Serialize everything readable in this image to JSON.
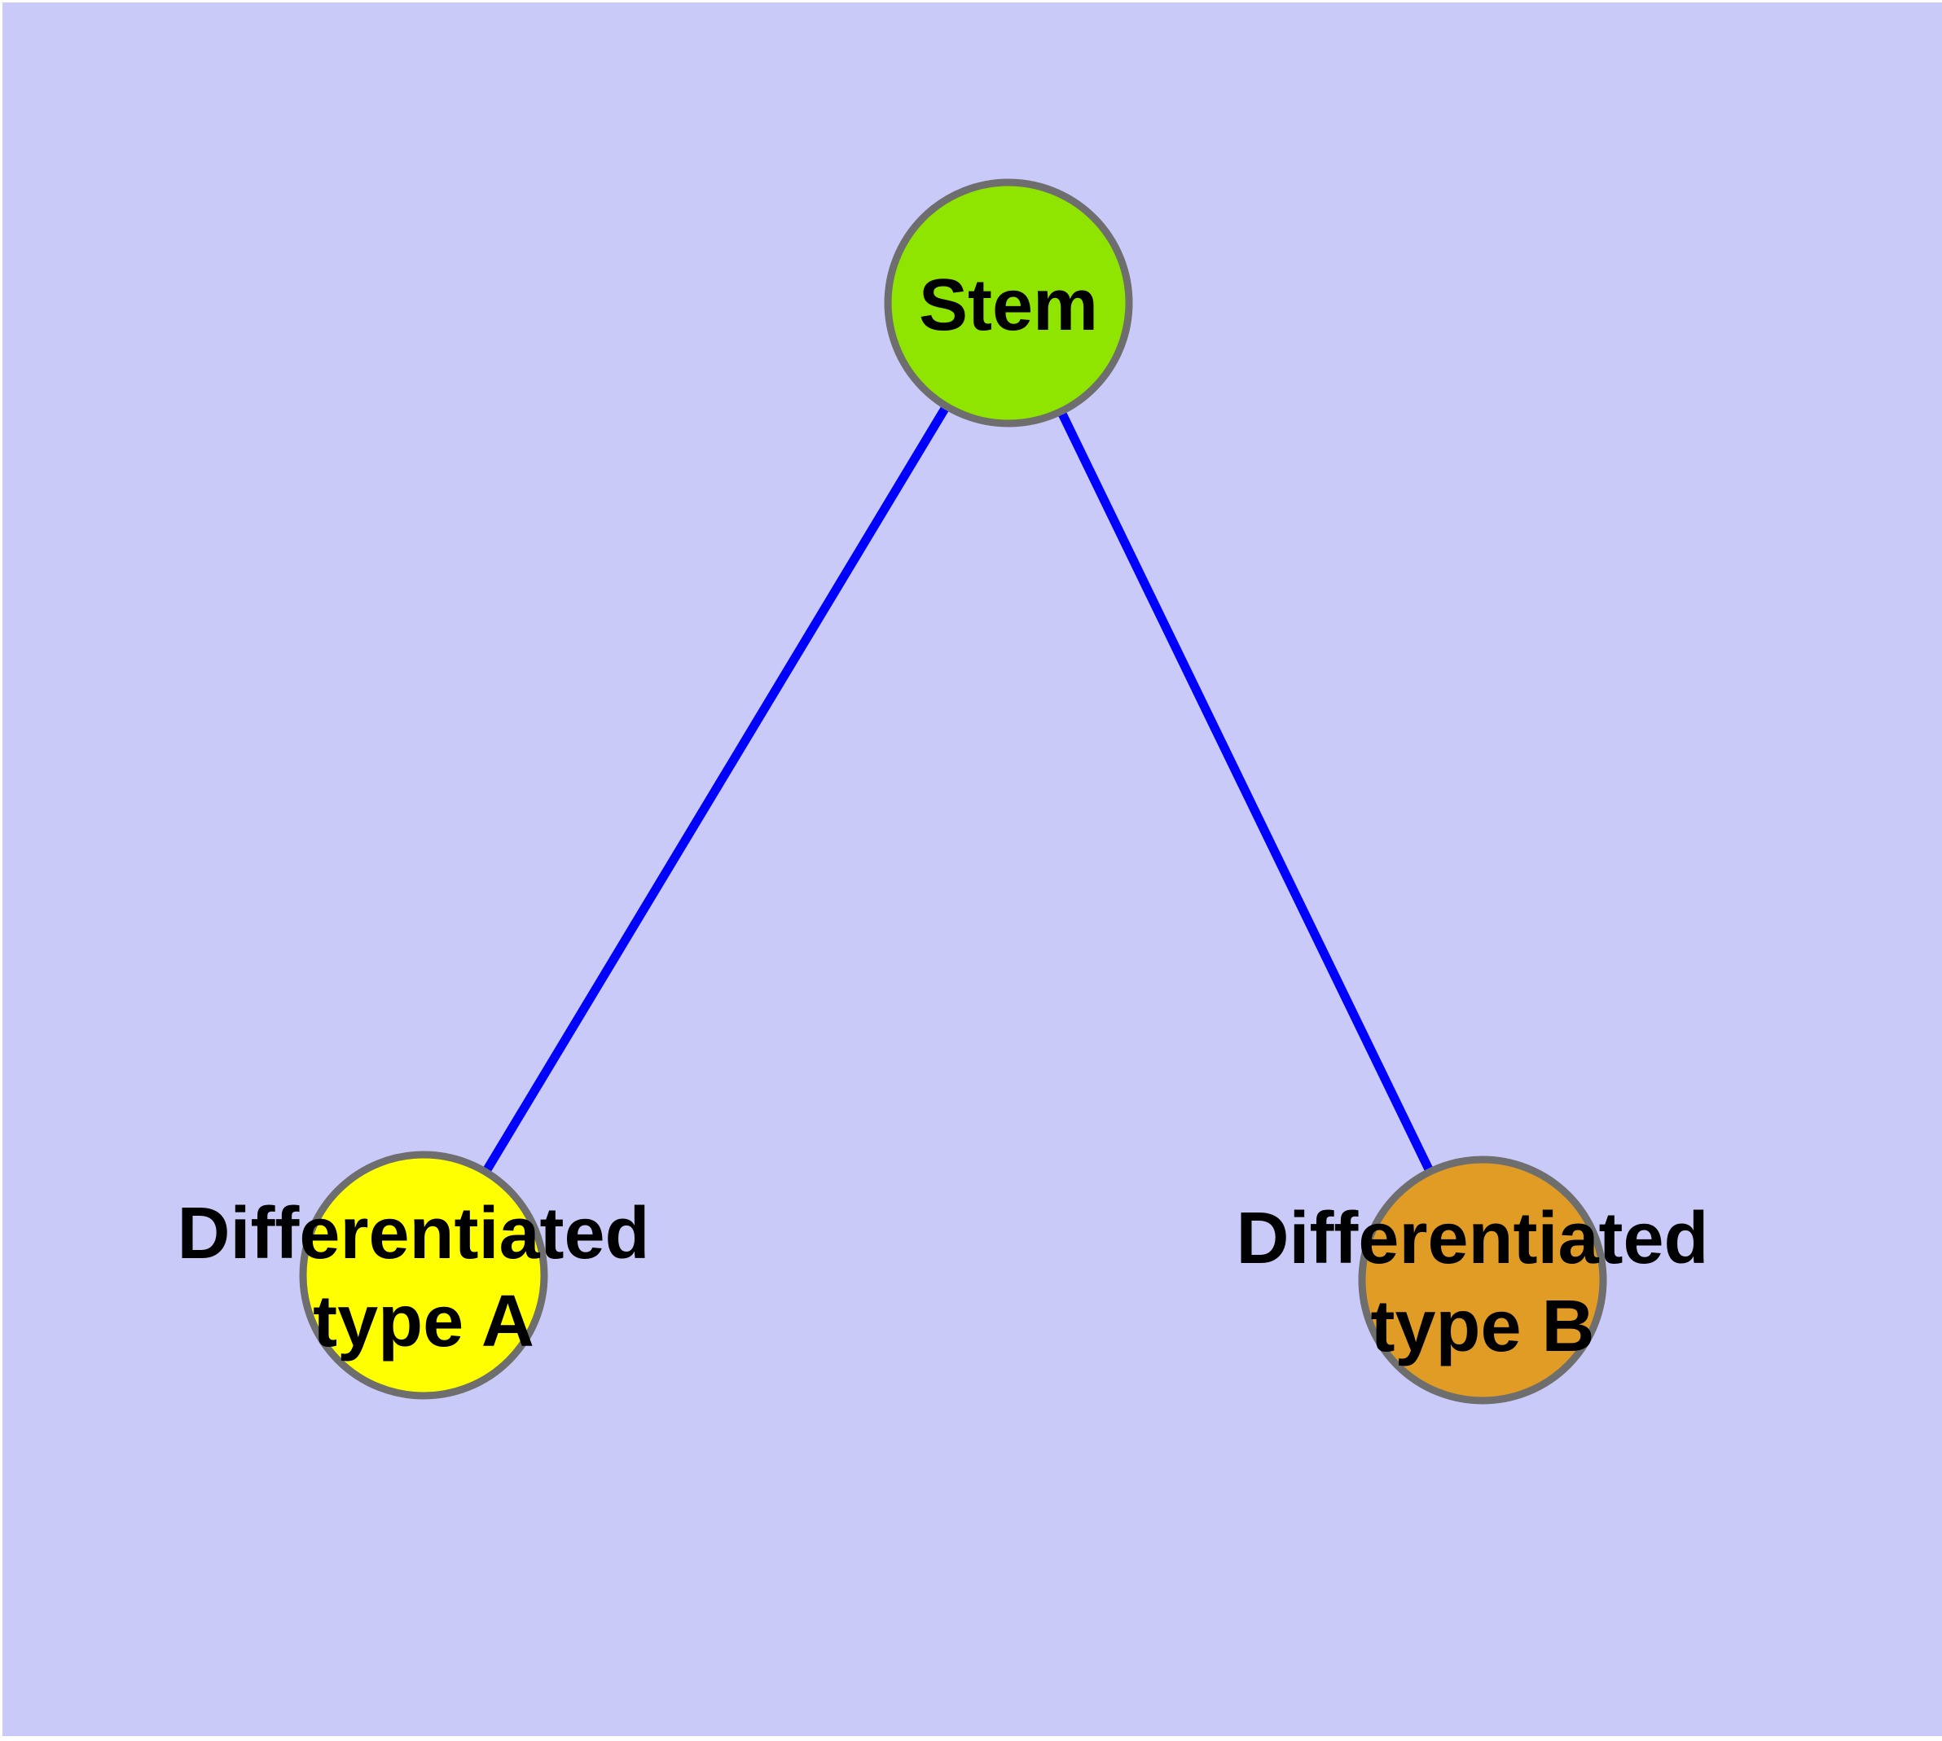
{
  "graph": {
    "type": "node-link-diagram",
    "nodes": [
      {
        "id": "stem",
        "label": "Stem",
        "color": "#8FE400"
      },
      {
        "id": "type-a",
        "label_line1": "Differentiated",
        "label_line2": "type A",
        "color": "#FFFF00"
      },
      {
        "id": "type-b",
        "label_line1": "Differentiated",
        "label_line2": "type B",
        "color": "#E09C24"
      }
    ],
    "edges": [
      {
        "from": "Stem",
        "to": "Differentiated type A"
      },
      {
        "from": "Stem",
        "to": "Differentiated type B"
      }
    ],
    "colors": {
      "background": "#CACAF8",
      "page_margin": "#FFFFFF",
      "edge": "#0000FF",
      "node_border": "#6E6E6E",
      "label": "#000000"
    }
  }
}
